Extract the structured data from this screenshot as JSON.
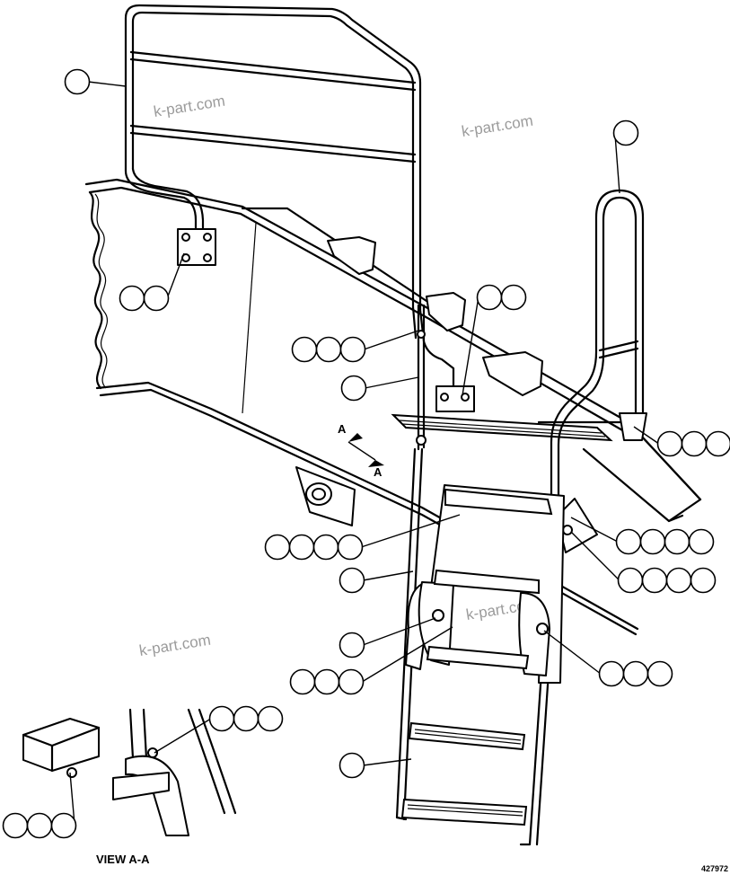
{
  "view_label": "VIEW A-A",
  "section_marker": "A",
  "drawing_number": "427972",
  "watermark": "k-part.com",
  "callouts": [
    {
      "id": "upper-guardrail",
      "count": 1
    },
    {
      "id": "rail-bracket-left",
      "count": 2
    },
    {
      "id": "upper-clamp-hardware",
      "count": 3
    },
    {
      "id": "vertical-rod",
      "count": 1
    },
    {
      "id": "right-bracket",
      "count": 2
    },
    {
      "id": "right-handrail",
      "count": 1
    },
    {
      "id": "right-mount-hardware",
      "count": 3
    },
    {
      "id": "step-hardware-a",
      "count": 4
    },
    {
      "id": "ladder-frame",
      "count": 1
    },
    {
      "id": "pivot-plate",
      "count": 1
    },
    {
      "id": "pivot-hardware",
      "count": 3
    },
    {
      "id": "side-mount-a",
      "count": 4
    },
    {
      "id": "side-mount-b",
      "count": 4
    },
    {
      "id": "lower-pivot-hardware",
      "count": 3
    },
    {
      "id": "view-hardware-upper",
      "count": 3
    },
    {
      "id": "view-hardware-lower",
      "count": 3
    },
    {
      "id": "ladder-assembly",
      "count": 1
    }
  ]
}
